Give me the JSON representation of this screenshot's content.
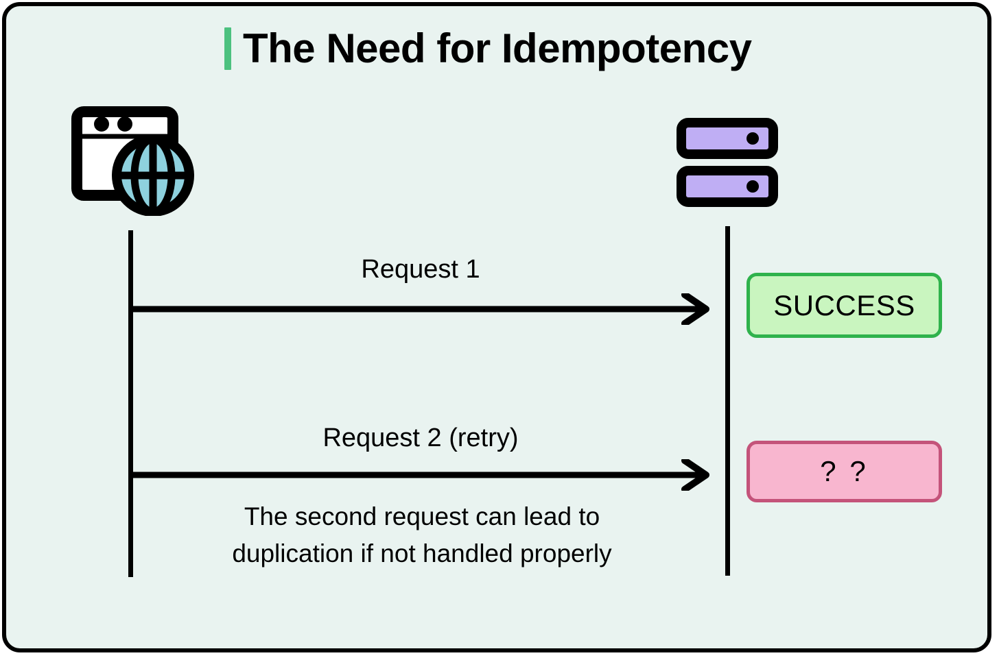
{
  "diagram": {
    "type": "sequence-diagram",
    "title": "The Need for Idempotency",
    "background_color": "#e9f3f0",
    "frame_border_color": "#000000",
    "accent_color": "#4cc17f"
  },
  "actors": {
    "client": {
      "name": "client",
      "icon": "browser-globe-icon",
      "icon_colors": {
        "globe": "#8ed1de",
        "window": "#ffffff",
        "outline": "#000000"
      }
    },
    "server": {
      "name": "server",
      "icon": "server-rack-icon",
      "icon_colors": {
        "rack": "#bfaef4",
        "outline": "#000000"
      }
    }
  },
  "messages": [
    {
      "label": "Request 1",
      "from": "client",
      "to": "server"
    },
    {
      "label": "Request 2 (retry)",
      "from": "client",
      "to": "server"
    }
  ],
  "responses": [
    {
      "label": "SUCCESS",
      "fill": "#c9f5bf",
      "border": "#2fb24c"
    },
    {
      "label": "? ?",
      "fill": "#f8b6cf",
      "border": "#c4537a"
    }
  ],
  "caption": "The second request can lead to duplication if not handled properly"
}
